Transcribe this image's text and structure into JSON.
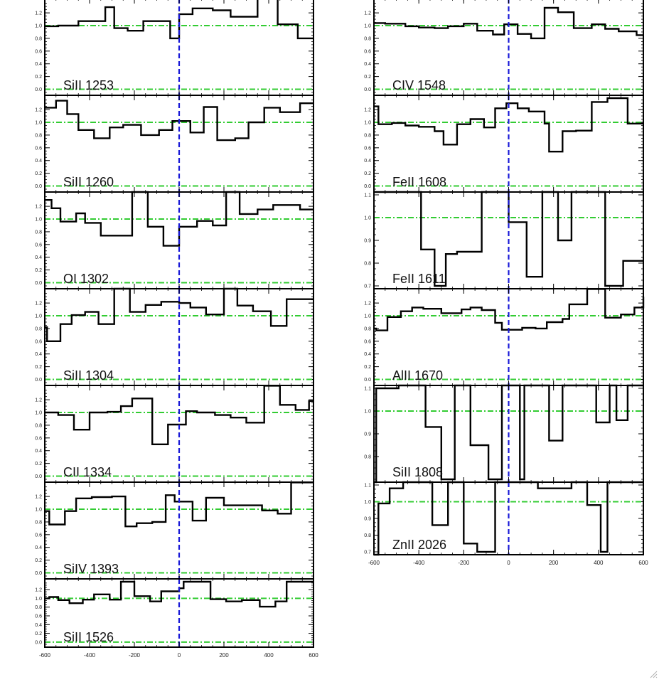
{
  "chart_data": [
    {
      "type": "line",
      "label": "SiII 1253",
      "ylim": [
        -0.05,
        1.38
      ],
      "yticks": [
        "0.0",
        "0.2",
        "0.4",
        "0.6",
        "0.8",
        "1.0",
        "1.2"
      ],
      "steps": [
        [
          -600,
          0.99
        ],
        [
          -540,
          1.0
        ],
        [
          -450,
          1.07
        ],
        [
          -330,
          1.29
        ],
        [
          -290,
          0.96
        ],
        [
          -230,
          0.92
        ],
        [
          -160,
          1.07
        ],
        [
          -40,
          0.8
        ],
        [
          0,
          1.18
        ],
        [
          60,
          1.27
        ],
        [
          150,
          1.24
        ],
        [
          230,
          1.14
        ],
        [
          350,
          1.42
        ],
        [
          440,
          1.02
        ],
        [
          530,
          0.8
        ]
      ],
      "ref_lines": [
        1.0,
        0.0
      ]
    },
    {
      "type": "line",
      "label": "SiII 1260",
      "ylim": [
        -0.05,
        1.38
      ],
      "yticks": [
        "0.0",
        "0.2",
        "0.4",
        "0.6",
        "0.8",
        "1.0",
        "1.2"
      ],
      "steps": [
        [
          -600,
          1.23
        ],
        [
          -550,
          1.34
        ],
        [
          -500,
          1.13
        ],
        [
          -450,
          0.88
        ],
        [
          -380,
          0.75
        ],
        [
          -310,
          0.92
        ],
        [
          -250,
          0.96
        ],
        [
          -170,
          0.8
        ],
        [
          -90,
          0.88
        ],
        [
          -30,
          1.02
        ],
        [
          50,
          0.84
        ],
        [
          110,
          1.24
        ],
        [
          170,
          0.72
        ],
        [
          250,
          0.75
        ],
        [
          310,
          1.0
        ],
        [
          380,
          1.23
        ],
        [
          450,
          1.16
        ],
        [
          540,
          1.3
        ]
      ],
      "ref_lines": [
        1.0,
        0.0
      ]
    },
    {
      "type": "line",
      "label": "OI 1302",
      "ylim": [
        -0.05,
        1.38
      ],
      "yticks": [
        "0.0",
        "0.2",
        "0.4",
        "0.6",
        "0.8",
        "1.0",
        "1.2"
      ],
      "steps": [
        [
          -600,
          1.3
        ],
        [
          -570,
          1.17
        ],
        [
          -530,
          0.96
        ],
        [
          -460,
          1.09
        ],
        [
          -420,
          0.94
        ],
        [
          -350,
          0.74
        ],
        [
          -210,
          1.45
        ],
        [
          -140,
          0.88
        ],
        [
          -70,
          0.58
        ],
        [
          0,
          0.88
        ],
        [
          80,
          0.97
        ],
        [
          150,
          0.9
        ],
        [
          210,
          1.45
        ],
        [
          270,
          1.08
        ],
        [
          350,
          1.15
        ],
        [
          420,
          1.22
        ],
        [
          540,
          1.15
        ]
      ],
      "ref_lines": [
        1.0,
        0.0
      ]
    },
    {
      "type": "line",
      "label": "SiII 1304",
      "ylim": [
        -0.05,
        1.38
      ],
      "yticks": [
        "0.0",
        "0.2",
        "0.4",
        "0.6",
        "0.8",
        "1.0",
        "1.2"
      ],
      "steps": [
        [
          -600,
          0.82
        ],
        [
          -590,
          0.6
        ],
        [
          -530,
          0.87
        ],
        [
          -480,
          1.01
        ],
        [
          -420,
          1.06
        ],
        [
          -360,
          0.87
        ],
        [
          -290,
          1.45
        ],
        [
          -220,
          1.06
        ],
        [
          -150,
          1.17
        ],
        [
          -80,
          1.22
        ],
        [
          0,
          1.2
        ],
        [
          50,
          1.13
        ],
        [
          120,
          1.02
        ],
        [
          200,
          1.45
        ],
        [
          260,
          1.16
        ],
        [
          330,
          1.07
        ],
        [
          410,
          0.84
        ],
        [
          480,
          1.26
        ],
        [
          540,
          1.26
        ]
      ],
      "ref_lines": [
        1.0,
        0.0
      ]
    },
    {
      "type": "line",
      "label": "CII 1334",
      "ylim": [
        -0.05,
        1.38
      ],
      "yticks": [
        "0.0",
        "0.2",
        "0.4",
        "0.6",
        "0.8",
        "1.0",
        "1.2"
      ],
      "steps": [
        [
          -600,
          1.0
        ],
        [
          -540,
          0.96
        ],
        [
          -470,
          0.73
        ],
        [
          -400,
          1.0
        ],
        [
          -320,
          1.01
        ],
        [
          -260,
          1.1
        ],
        [
          -210,
          1.22
        ],
        [
          -120,
          0.5
        ],
        [
          -50,
          0.81
        ],
        [
          30,
          1.02
        ],
        [
          80,
          1.0
        ],
        [
          160,
          0.96
        ],
        [
          230,
          0.92
        ],
        [
          300,
          0.84
        ],
        [
          380,
          1.42
        ],
        [
          450,
          1.12
        ],
        [
          520,
          1.04
        ],
        [
          580,
          1.18
        ]
      ],
      "ref_lines": [
        1.0,
        0.0
      ]
    },
    {
      "type": "line",
      "label": "SiIV 1393",
      "ylim": [
        -0.05,
        1.38
      ],
      "yticks": [
        "0.0",
        "0.2",
        "0.4",
        "0.6",
        "0.8",
        "1.0",
        "1.2"
      ],
      "steps": [
        [
          -600,
          0.97
        ],
        [
          -580,
          0.76
        ],
        [
          -510,
          0.97
        ],
        [
          -460,
          1.17
        ],
        [
          -390,
          1.19
        ],
        [
          -300,
          1.2
        ],
        [
          -240,
          0.73
        ],
        [
          -190,
          0.78
        ],
        [
          -120,
          0.8
        ],
        [
          -60,
          1.22
        ],
        [
          -20,
          1.12
        ],
        [
          60,
          0.82
        ],
        [
          120,
          1.18
        ],
        [
          200,
          1.06
        ],
        [
          270,
          1.06
        ],
        [
          370,
          0.98
        ],
        [
          440,
          0.93
        ],
        [
          500,
          1.42
        ],
        [
          560,
          1.42
        ]
      ],
      "ref_lines": [
        1.0,
        0.0
      ]
    },
    {
      "type": "line",
      "label": "SiII 1526",
      "ylim": [
        -0.05,
        1.38
      ],
      "yticks": [
        "0.0",
        "0.2",
        "0.4",
        "0.6",
        "0.8",
        "1.0",
        "1.2"
      ],
      "steps": [
        [
          -600,
          1.0
        ],
        [
          -580,
          1.03
        ],
        [
          -540,
          0.96
        ],
        [
          -490,
          0.89
        ],
        [
          -430,
          0.97
        ],
        [
          -380,
          1.09
        ],
        [
          -310,
          0.97
        ],
        [
          -260,
          1.38
        ],
        [
          -200,
          1.05
        ],
        [
          -130,
          0.93
        ],
        [
          -80,
          1.16
        ],
        [
          0,
          1.23
        ],
        [
          20,
          1.38
        ],
        [
          140,
          0.98
        ],
        [
          210,
          0.93
        ],
        [
          280,
          0.96
        ],
        [
          360,
          0.81
        ],
        [
          430,
          0.93
        ],
        [
          480,
          1.38
        ],
        [
          570,
          1.38
        ]
      ],
      "ref_lines": [
        1.0,
        0.0
      ]
    },
    {
      "type": "line",
      "label": "CIV 1548",
      "ylim": [
        -0.05,
        1.38
      ],
      "yticks": [
        "0.0",
        "0.2",
        "0.4",
        "0.6",
        "0.8",
        "1.0",
        "1.2"
      ],
      "steps": [
        [
          -600,
          1.04
        ],
        [
          -550,
          1.03
        ],
        [
          -460,
          0.99
        ],
        [
          -400,
          0.97
        ],
        [
          -330,
          0.96
        ],
        [
          -270,
          0.99
        ],
        [
          -200,
          1.03
        ],
        [
          -140,
          0.92
        ],
        [
          -70,
          0.86
        ],
        [
          -20,
          1.02
        ],
        [
          40,
          0.87
        ],
        [
          100,
          0.8
        ],
        [
          160,
          1.28
        ],
        [
          220,
          1.21
        ],
        [
          290,
          0.96
        ],
        [
          370,
          1.02
        ],
        [
          430,
          0.95
        ],
        [
          490,
          0.91
        ],
        [
          570,
          0.85
        ]
      ],
      "ref_lines": [
        1.0,
        0.0
      ]
    },
    {
      "type": "line",
      "label": "FeII 1608",
      "ylim": [
        -0.05,
        1.38
      ],
      "yticks": [
        "0.0",
        "0.2",
        "0.4",
        "0.6",
        "0.8",
        "1.0",
        "1.2"
      ],
      "steps": [
        [
          -600,
          1.25
        ],
        [
          -580,
          0.97
        ],
        [
          -520,
          0.99
        ],
        [
          -460,
          0.95
        ],
        [
          -400,
          0.93
        ],
        [
          -330,
          0.86
        ],
        [
          -290,
          0.65
        ],
        [
          -230,
          0.97
        ],
        [
          -170,
          1.05
        ],
        [
          -110,
          0.92
        ],
        [
          -60,
          1.22
        ],
        [
          -10,
          1.3
        ],
        [
          40,
          1.22
        ],
        [
          90,
          1.17
        ],
        [
          160,
          0.98
        ],
        [
          180,
          0.54
        ],
        [
          240,
          0.86
        ],
        [
          300,
          0.87
        ],
        [
          370,
          1.32
        ],
        [
          440,
          1.38
        ],
        [
          530,
          0.98
        ]
      ],
      "ref_lines": [
        1.0,
        0.0
      ]
    },
    {
      "type": "line",
      "label": "FeII 1611",
      "ylim": [
        0.7,
        1.1
      ],
      "yticks": [
        "0.7",
        "0.8",
        "0.9",
        "1.0",
        "1.1"
      ],
      "steps": [
        [
          -600,
          1.12
        ],
        [
          -390,
          0.86
        ],
        [
          -330,
          0.7
        ],
        [
          -280,
          0.84
        ],
        [
          -230,
          0.85
        ],
        [
          -120,
          1.12
        ],
        [
          0,
          0.98
        ],
        [
          80,
          0.74
        ],
        [
          150,
          1.12
        ],
        [
          220,
          0.9
        ],
        [
          280,
          1.12
        ],
        [
          430,
          0.7
        ],
        [
          510,
          0.81
        ],
        [
          600,
          0.81
        ]
      ],
      "ref_lines": [
        1.0
      ]
    },
    {
      "type": "line",
      "label": "AlII 1670",
      "ylim": [
        -0.05,
        1.38
      ],
      "yticks": [
        "0.0",
        "0.2",
        "0.4",
        "0.6",
        "0.8",
        "1.0",
        "1.2"
      ],
      "steps": [
        [
          -600,
          0.8
        ],
        [
          -590,
          0.77
        ],
        [
          -540,
          0.98
        ],
        [
          -480,
          1.07
        ],
        [
          -430,
          1.13
        ],
        [
          -380,
          1.11
        ],
        [
          -300,
          1.04
        ],
        [
          -210,
          1.1
        ],
        [
          -170,
          1.13
        ],
        [
          -120,
          1.09
        ],
        [
          -60,
          0.89
        ],
        [
          -30,
          0.78
        ],
        [
          0,
          0.78
        ],
        [
          60,
          0.81
        ],
        [
          120,
          0.8
        ],
        [
          170,
          0.9
        ],
        [
          240,
          0.95
        ],
        [
          270,
          1.18
        ],
        [
          350,
          1.42
        ],
        [
          430,
          0.97
        ],
        [
          500,
          1.02
        ],
        [
          560,
          1.13
        ],
        [
          600,
          1.3
        ]
      ],
      "ref_lines": [
        1.0,
        0.0
      ]
    },
    {
      "type": "line",
      "label": "SiII 1808",
      "ylim": [
        0.7,
        1.1
      ],
      "yticks": [
        "0.8",
        "0.9",
        "1.0",
        "1.1"
      ],
      "steps": [
        [
          -600,
          0.68
        ],
        [
          -590,
          1.1
        ],
        [
          -540,
          1.1
        ],
        [
          -490,
          1.12
        ],
        [
          -370,
          0.93
        ],
        [
          -300,
          0.7
        ],
        [
          -240,
          1.12
        ],
        [
          -170,
          0.85
        ],
        [
          -90,
          0.7
        ],
        [
          -30,
          1.12
        ],
        [
          50,
          0.7
        ],
        [
          70,
          1.12
        ],
        [
          180,
          0.87
        ],
        [
          240,
          1.12
        ],
        [
          390,
          0.95
        ],
        [
          450,
          1.12
        ],
        [
          480,
          0.96
        ],
        [
          530,
          1.12
        ],
        [
          600,
          1.12
        ]
      ],
      "ref_lines": [
        1.0
      ]
    },
    {
      "type": "line",
      "label": "ZnII 2026",
      "ylim": [
        0.7,
        1.1
      ],
      "yticks": [
        "0.7",
        "0.8",
        "0.9",
        "1.0",
        "1.1"
      ],
      "steps": [
        [
          -600,
          0.63
        ],
        [
          -580,
          0.99
        ],
        [
          -530,
          1.08
        ],
        [
          -470,
          1.12
        ],
        [
          -340,
          0.86
        ],
        [
          -270,
          1.12
        ],
        [
          -200,
          0.75
        ],
        [
          -140,
          0.7
        ],
        [
          -60,
          1.12
        ],
        [
          70,
          1.12
        ],
        [
          130,
          1.08
        ],
        [
          200,
          1.08
        ],
        [
          280,
          1.12
        ],
        [
          350,
          0.98
        ],
        [
          410,
          0.7
        ],
        [
          440,
          1.12
        ],
        [
          600,
          1.12
        ]
      ],
      "ref_lines": [
        1.0
      ]
    }
  ],
  "xaxis": {
    "ticks": [
      -600,
      -400,
      -200,
      0,
      200,
      400,
      600
    ],
    "tick_labels": [
      "-600",
      "-400",
      "-200",
      "0",
      "200",
      "400",
      "600"
    ]
  },
  "colors": {
    "histogram": "#000000",
    "continuum": "#33cc33",
    "zero_velocity": "#1a1ad8"
  }
}
